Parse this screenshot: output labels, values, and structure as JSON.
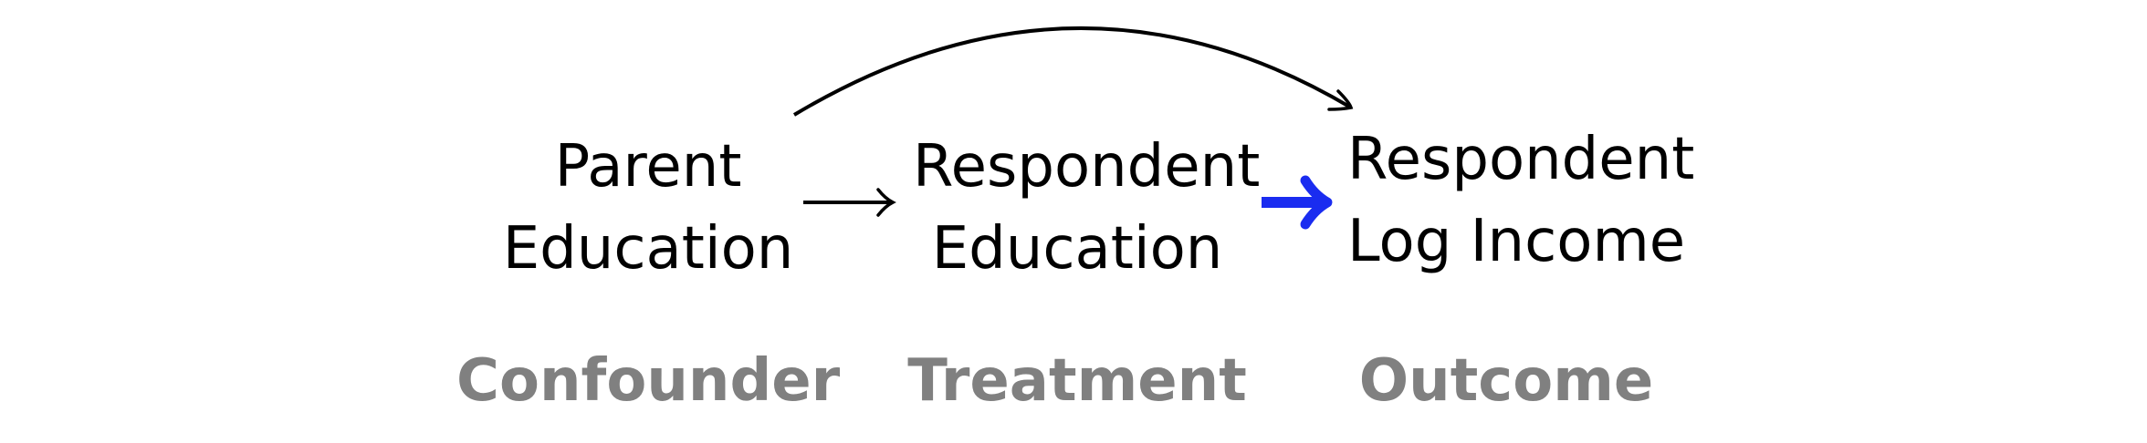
{
  "nodes": {
    "confounder": {
      "line1": "Parent",
      "line2": "Education"
    },
    "treatment": {
      "line1": "Respondent",
      "line2": "Education"
    },
    "outcome": {
      "line1": "Respondent",
      "line2": "Log Income"
    }
  },
  "roles": {
    "confounder": "Confounder",
    "treatment": "Treatment",
    "outcome": "Outcome"
  },
  "edges": [
    {
      "from": "confounder",
      "to": "treatment",
      "color": "#000000"
    },
    {
      "from": "treatment",
      "to": "outcome",
      "color": "#1a2cf0",
      "emphasized": true
    },
    {
      "from": "confounder",
      "to": "outcome",
      "color": "#000000",
      "curved": true
    }
  ],
  "colors": {
    "node_text": "#000000",
    "role_text": "#808080",
    "causal_arrow": "#1a2cf0"
  }
}
